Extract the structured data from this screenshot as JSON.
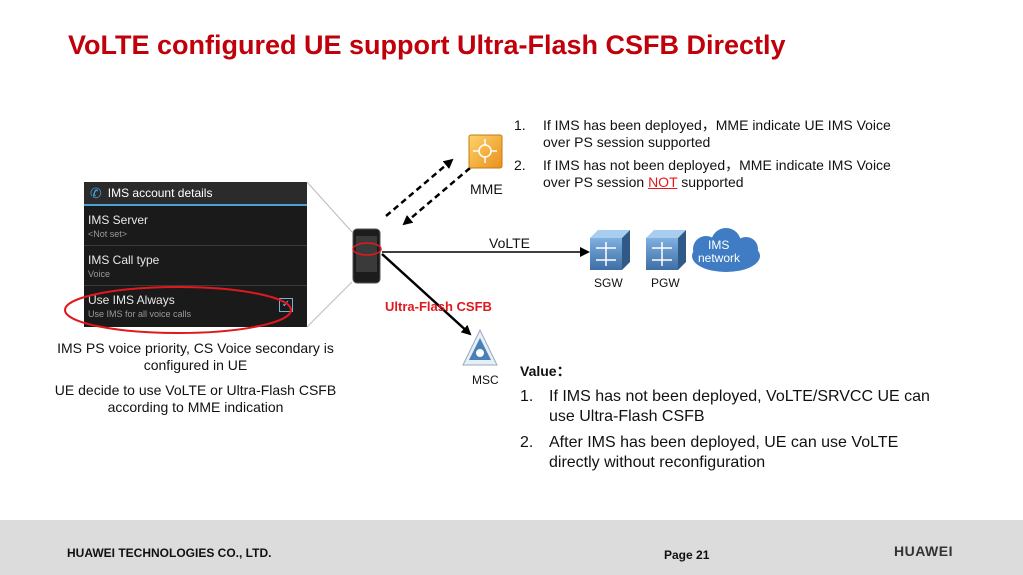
{
  "title": "VoLTE configured UE support Ultra-Flash CSFB Directly",
  "top_notes": [
    {
      "num": "1.",
      "text": "If IMS has been deployed，MME indicate UE IMS Voice over PS session supported"
    },
    {
      "num": "2.",
      "text_before": "If IMS has not been deployed，MME indicate IMS Voice over PS session ",
      "emphasis": "NOT",
      "text_after": " supported"
    }
  ],
  "phone_screen": {
    "header": "IMS account details",
    "rows": [
      {
        "title": "IMS Server",
        "subtitle": "<Not set>"
      },
      {
        "title": "IMS Call type",
        "subtitle": "Voice"
      },
      {
        "title": "Use IMS Always",
        "subtitle": "Use IMS for all voice calls"
      }
    ]
  },
  "left_notes": [
    "IMS PS voice priority, CS Voice secondary is configured in UE",
    "UE decide to use VoLTE or Ultra-Flash CSFB  according to MME indication"
  ],
  "nodes": {
    "mme": "MME",
    "sgw": "SGW",
    "pgw": "PGW",
    "ims_line1": "IMS",
    "ims_line2": "network",
    "msc": "MSC"
  },
  "links": {
    "volte": "VoLTE",
    "csfb": "Ultra-Flash CSFB"
  },
  "value_block": {
    "title": "Value：",
    "items": [
      {
        "num": "1.",
        "text": "If IMS has not been deployed,  VoLTE/SRVCC UE can use Ultra-Flash CSFB"
      },
      {
        "num": "2.",
        "text": "After IMS has been deployed, UE can use VoLTE directly without reconfiguration"
      }
    ]
  },
  "footer": {
    "company": "HUAWEI TECHNOLOGIES CO., LTD.",
    "page": "Page 21",
    "brand": "HUAWEI"
  },
  "colors": {
    "title": "#c0000a",
    "highlight": "#e0191e",
    "node_blue": "#4a7fb8",
    "mme_orange": "#f3a52a"
  }
}
